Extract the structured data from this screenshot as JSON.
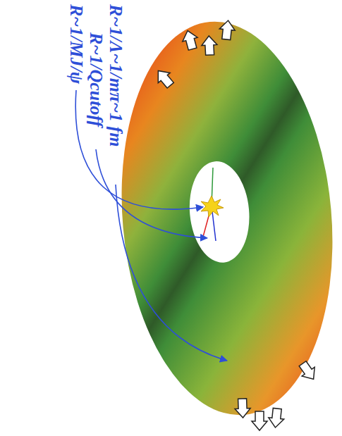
{
  "diagram": {
    "labels": [
      "R~1/MJ/ψ",
      "R~1/Qcutoff",
      "R~1/Λ~1/mπ~1 fm"
    ]
  }
}
